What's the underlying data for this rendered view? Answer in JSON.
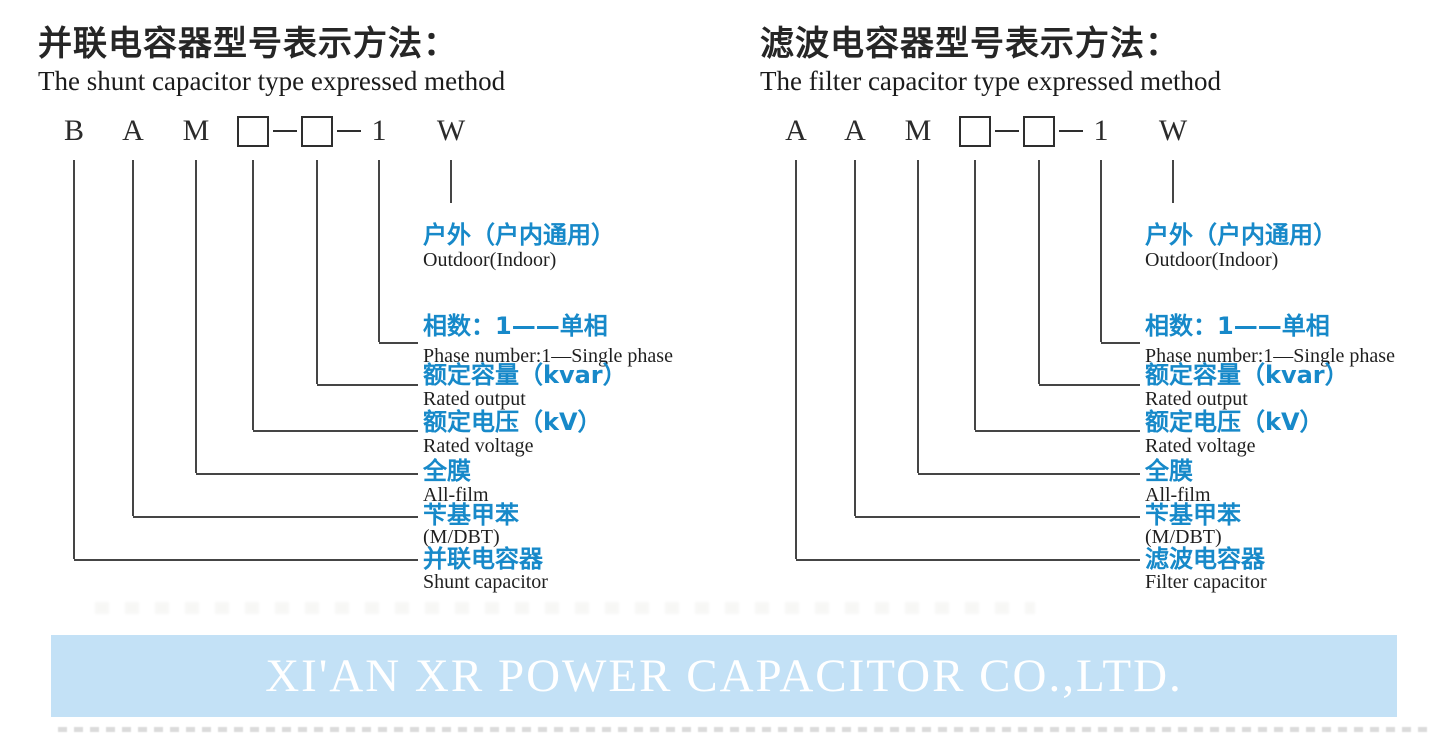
{
  "colors": {
    "label_blue": "#1789c9",
    "line_color": "#454545",
    "ink": "#262626",
    "banner_bg": "#c3e1f6",
    "banner_text": "#ffffff"
  },
  "diagrams": [
    {
      "id": "shunt",
      "title_cn": "并联电容器型号表示方法：",
      "title_en": "The shunt capacitor type expressed method",
      "code": [
        {
          "kind": "letter",
          "text": "B"
        },
        {
          "kind": "letter",
          "text": "A"
        },
        {
          "kind": "letter",
          "text": "M"
        },
        {
          "kind": "box"
        },
        {
          "kind": "dash"
        },
        {
          "kind": "box"
        },
        {
          "kind": "dash"
        },
        {
          "kind": "letter",
          "text": "1"
        },
        {
          "kind": "letter",
          "text": "W"
        }
      ],
      "labels": [
        {
          "cn": "户外（户内通用）",
          "en": "Outdoor(Indoor)"
        },
        {
          "cn": "相数：1——单相",
          "en": "Phase number:1—Single phase"
        },
        {
          "cn": "额定容量（kvar）",
          "en": "Rated output"
        },
        {
          "cn": "额定电压（kV）",
          "en": "Rated voltage"
        },
        {
          "cn": "全膜",
          "en": "All-film"
        },
        {
          "cn": "苄基甲苯",
          "en": "(M/DBT)"
        },
        {
          "cn": "并联电容器",
          "en": "Shunt capacitor"
        }
      ]
    },
    {
      "id": "filter",
      "title_cn": "滤波电容器型号表示方法：",
      "title_en": "The filter capacitor type expressed method",
      "code": [
        {
          "kind": "letter",
          "text": "A"
        },
        {
          "kind": "letter",
          "text": "A"
        },
        {
          "kind": "letter",
          "text": "M"
        },
        {
          "kind": "box"
        },
        {
          "kind": "dash"
        },
        {
          "kind": "box"
        },
        {
          "kind": "dash"
        },
        {
          "kind": "letter",
          "text": "1"
        },
        {
          "kind": "letter",
          "text": "W"
        }
      ],
      "labels": [
        {
          "cn": "户外（户内通用）",
          "en": "Outdoor(Indoor)"
        },
        {
          "cn": "相数：1——单相",
          "en": "Phase number:1—Single phase"
        },
        {
          "cn": "额定容量（kvar）",
          "en": "Rated output"
        },
        {
          "cn": "额定电压（kV）",
          "en": "Rated voltage"
        },
        {
          "cn": "全膜",
          "en": "All-film"
        },
        {
          "cn": "苄基甲苯",
          "en": "(M/DBT)"
        },
        {
          "cn": "滤波电容器",
          "en": "Filter capacitor"
        }
      ]
    }
  ],
  "footer": {
    "company": "XI'AN XR POWER CAPACITOR CO.,LTD."
  }
}
